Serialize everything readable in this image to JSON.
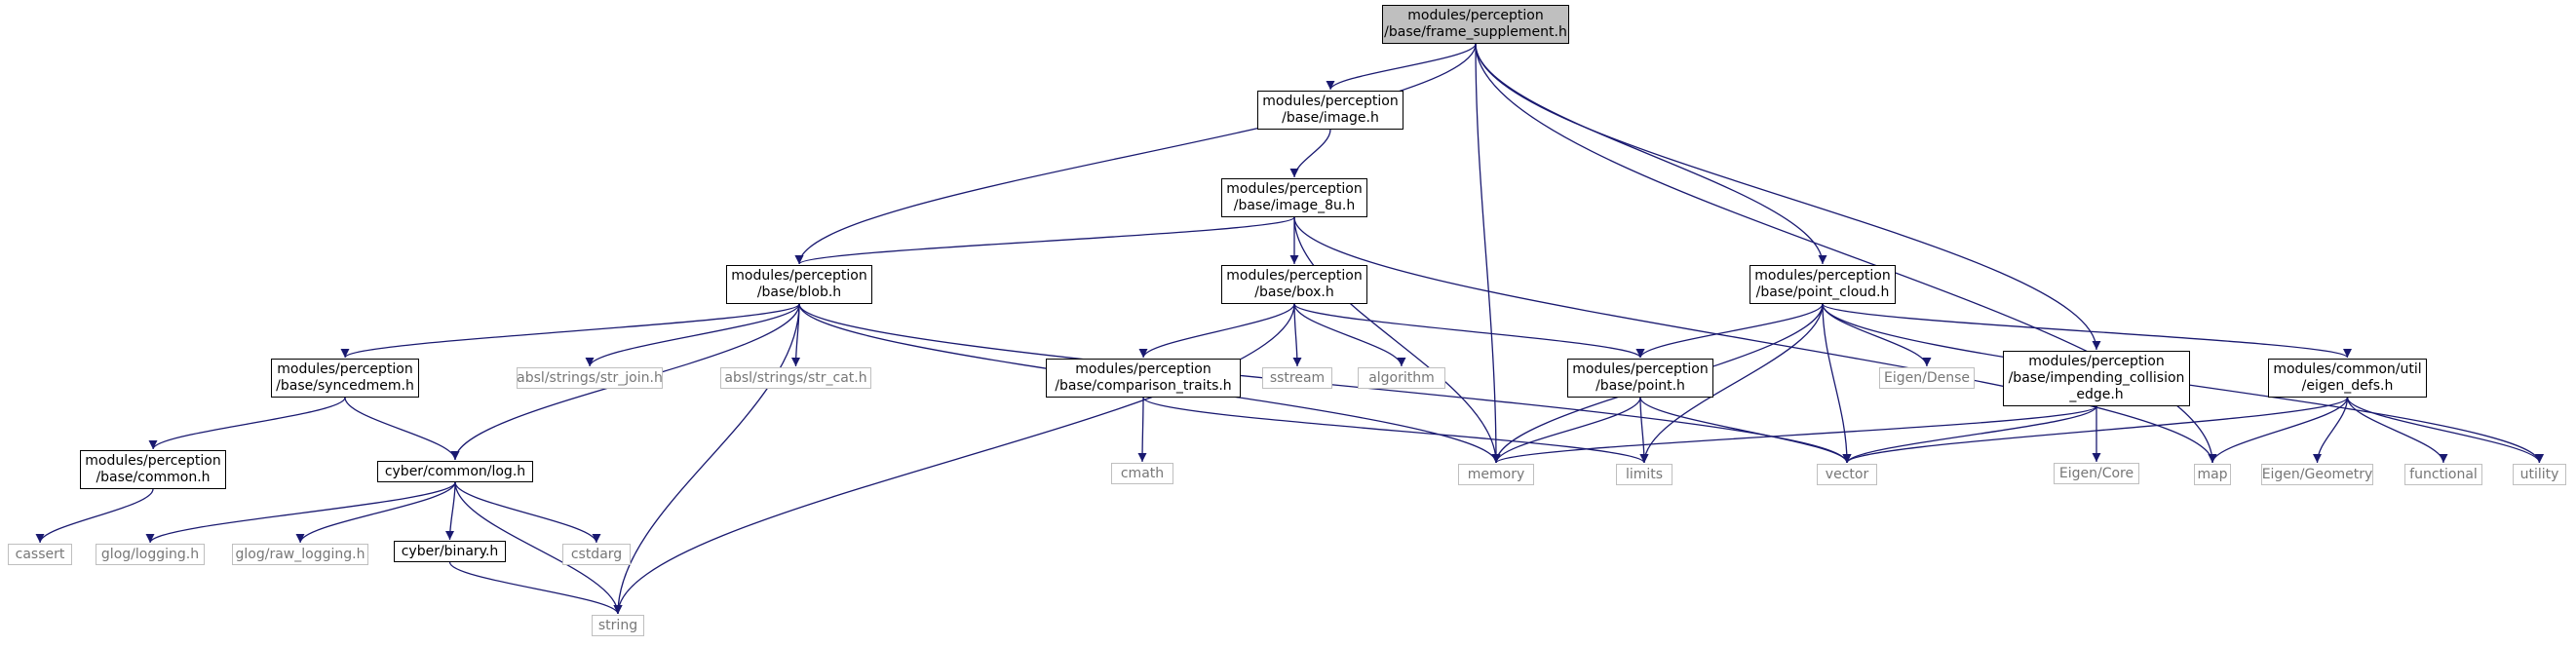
{
  "graph": {
    "colors": {
      "edge": "#191970",
      "root_fill": "#bfbfbf",
      "ext_border": "#bfbfbf",
      "ext_text": "#777777"
    },
    "nodes": [
      {
        "id": "frame_supplement",
        "lines": [
          "modules/perception",
          "/base/frame_supplement.h"
        ],
        "kind": "root"
      },
      {
        "id": "image",
        "lines": [
          "modules/perception",
          "/base/image.h"
        ],
        "kind": "file"
      },
      {
        "id": "image_8u",
        "lines": [
          "modules/perception",
          "/base/image_8u.h"
        ],
        "kind": "file"
      },
      {
        "id": "blob",
        "lines": [
          "modules/perception",
          "/base/blob.h"
        ],
        "kind": "file"
      },
      {
        "id": "box",
        "lines": [
          "modules/perception",
          "/base/box.h"
        ],
        "kind": "file"
      },
      {
        "id": "point_cloud",
        "lines": [
          "modules/perception",
          "/base/point_cloud.h"
        ],
        "kind": "file"
      },
      {
        "id": "syncedmem",
        "lines": [
          "modules/perception",
          "/base/syncedmem.h"
        ],
        "kind": "file"
      },
      {
        "id": "str_join",
        "lines": [
          "absl/strings/str_join.h"
        ],
        "kind": "ext"
      },
      {
        "id": "str_cat",
        "lines": [
          "absl/strings/str_cat.h"
        ],
        "kind": "ext"
      },
      {
        "id": "comparison_traits",
        "lines": [
          "modules/perception",
          "/base/comparison_traits.h"
        ],
        "kind": "file"
      },
      {
        "id": "sstream",
        "lines": [
          "sstream"
        ],
        "kind": "ext"
      },
      {
        "id": "algorithm",
        "lines": [
          "algorithm"
        ],
        "kind": "ext"
      },
      {
        "id": "point",
        "lines": [
          "modules/perception",
          "/base/point.h"
        ],
        "kind": "file"
      },
      {
        "id": "eigen_dense",
        "lines": [
          "Eigen/Dense"
        ],
        "kind": "ext"
      },
      {
        "id": "impending",
        "lines": [
          "modules/perception",
          "/base/impending_collision",
          "_edge.h"
        ],
        "kind": "file"
      },
      {
        "id": "eigen_defs",
        "lines": [
          "modules/common/util",
          "/eigen_defs.h"
        ],
        "kind": "file"
      },
      {
        "id": "common",
        "lines": [
          "modules/perception",
          "/base/common.h"
        ],
        "kind": "file"
      },
      {
        "id": "log",
        "lines": [
          "cyber/common/log.h"
        ],
        "kind": "file"
      },
      {
        "id": "cmath",
        "lines": [
          "cmath"
        ],
        "kind": "ext"
      },
      {
        "id": "memory",
        "lines": [
          "memory"
        ],
        "kind": "ext"
      },
      {
        "id": "limits",
        "lines": [
          "limits"
        ],
        "kind": "ext"
      },
      {
        "id": "vector",
        "lines": [
          "vector"
        ],
        "kind": "ext"
      },
      {
        "id": "eigen_core",
        "lines": [
          "Eigen/Core"
        ],
        "kind": "ext"
      },
      {
        "id": "map",
        "lines": [
          "map"
        ],
        "kind": "ext"
      },
      {
        "id": "eigen_geometry",
        "lines": [
          "Eigen/Geometry"
        ],
        "kind": "ext"
      },
      {
        "id": "functional",
        "lines": [
          "functional"
        ],
        "kind": "ext"
      },
      {
        "id": "utility",
        "lines": [
          "utility"
        ],
        "kind": "ext"
      },
      {
        "id": "cassert",
        "lines": [
          "cassert"
        ],
        "kind": "ext"
      },
      {
        "id": "glog_logging",
        "lines": [
          "glog/logging.h"
        ],
        "kind": "ext"
      },
      {
        "id": "glog_raw",
        "lines": [
          "glog/raw_logging.h"
        ],
        "kind": "ext"
      },
      {
        "id": "binary",
        "lines": [
          "cyber/binary.h"
        ],
        "kind": "file"
      },
      {
        "id": "cstdarg",
        "lines": [
          "cstdarg"
        ],
        "kind": "ext"
      },
      {
        "id": "string",
        "lines": [
          "string"
        ],
        "kind": "ext"
      }
    ],
    "edges": [
      [
        "frame_supplement",
        "image"
      ],
      [
        "frame_supplement",
        "blob"
      ],
      [
        "frame_supplement",
        "memory"
      ],
      [
        "frame_supplement",
        "point_cloud"
      ],
      [
        "frame_supplement",
        "impending"
      ],
      [
        "frame_supplement",
        "map"
      ],
      [
        "image",
        "image_8u"
      ],
      [
        "image_8u",
        "blob"
      ],
      [
        "image_8u",
        "box"
      ],
      [
        "image_8u",
        "memory"
      ],
      [
        "image_8u",
        "map"
      ],
      [
        "blob",
        "syncedmem"
      ],
      [
        "blob",
        "str_join"
      ],
      [
        "blob",
        "str_cat"
      ],
      [
        "blob",
        "log"
      ],
      [
        "blob",
        "string"
      ],
      [
        "blob",
        "memory"
      ],
      [
        "blob",
        "vector"
      ],
      [
        "box",
        "comparison_traits"
      ],
      [
        "box",
        "sstream"
      ],
      [
        "box",
        "algorithm"
      ],
      [
        "box",
        "point"
      ],
      [
        "box",
        "string"
      ],
      [
        "point_cloud",
        "point"
      ],
      [
        "point_cloud",
        "memory"
      ],
      [
        "point_cloud",
        "limits"
      ],
      [
        "point_cloud",
        "vector"
      ],
      [
        "point_cloud",
        "eigen_dense"
      ],
      [
        "point_cloud",
        "eigen_defs"
      ],
      [
        "point_cloud",
        "utility"
      ],
      [
        "syncedmem",
        "common"
      ],
      [
        "syncedmem",
        "log"
      ],
      [
        "common",
        "cassert"
      ],
      [
        "comparison_traits",
        "cmath"
      ],
      [
        "comparison_traits",
        "limits"
      ],
      [
        "point",
        "memory"
      ],
      [
        "point",
        "limits"
      ],
      [
        "point",
        "vector"
      ],
      [
        "impending",
        "memory"
      ],
      [
        "impending",
        "vector"
      ],
      [
        "impending",
        "eigen_core"
      ],
      [
        "eigen_defs",
        "vector"
      ],
      [
        "eigen_defs",
        "map"
      ],
      [
        "eigen_defs",
        "eigen_geometry"
      ],
      [
        "eigen_defs",
        "functional"
      ],
      [
        "eigen_defs",
        "utility"
      ],
      [
        "log",
        "glog_logging"
      ],
      [
        "log",
        "glog_raw"
      ],
      [
        "log",
        "binary"
      ],
      [
        "log",
        "cstdarg"
      ],
      [
        "log",
        "string"
      ],
      [
        "binary",
        "string"
      ]
    ]
  }
}
